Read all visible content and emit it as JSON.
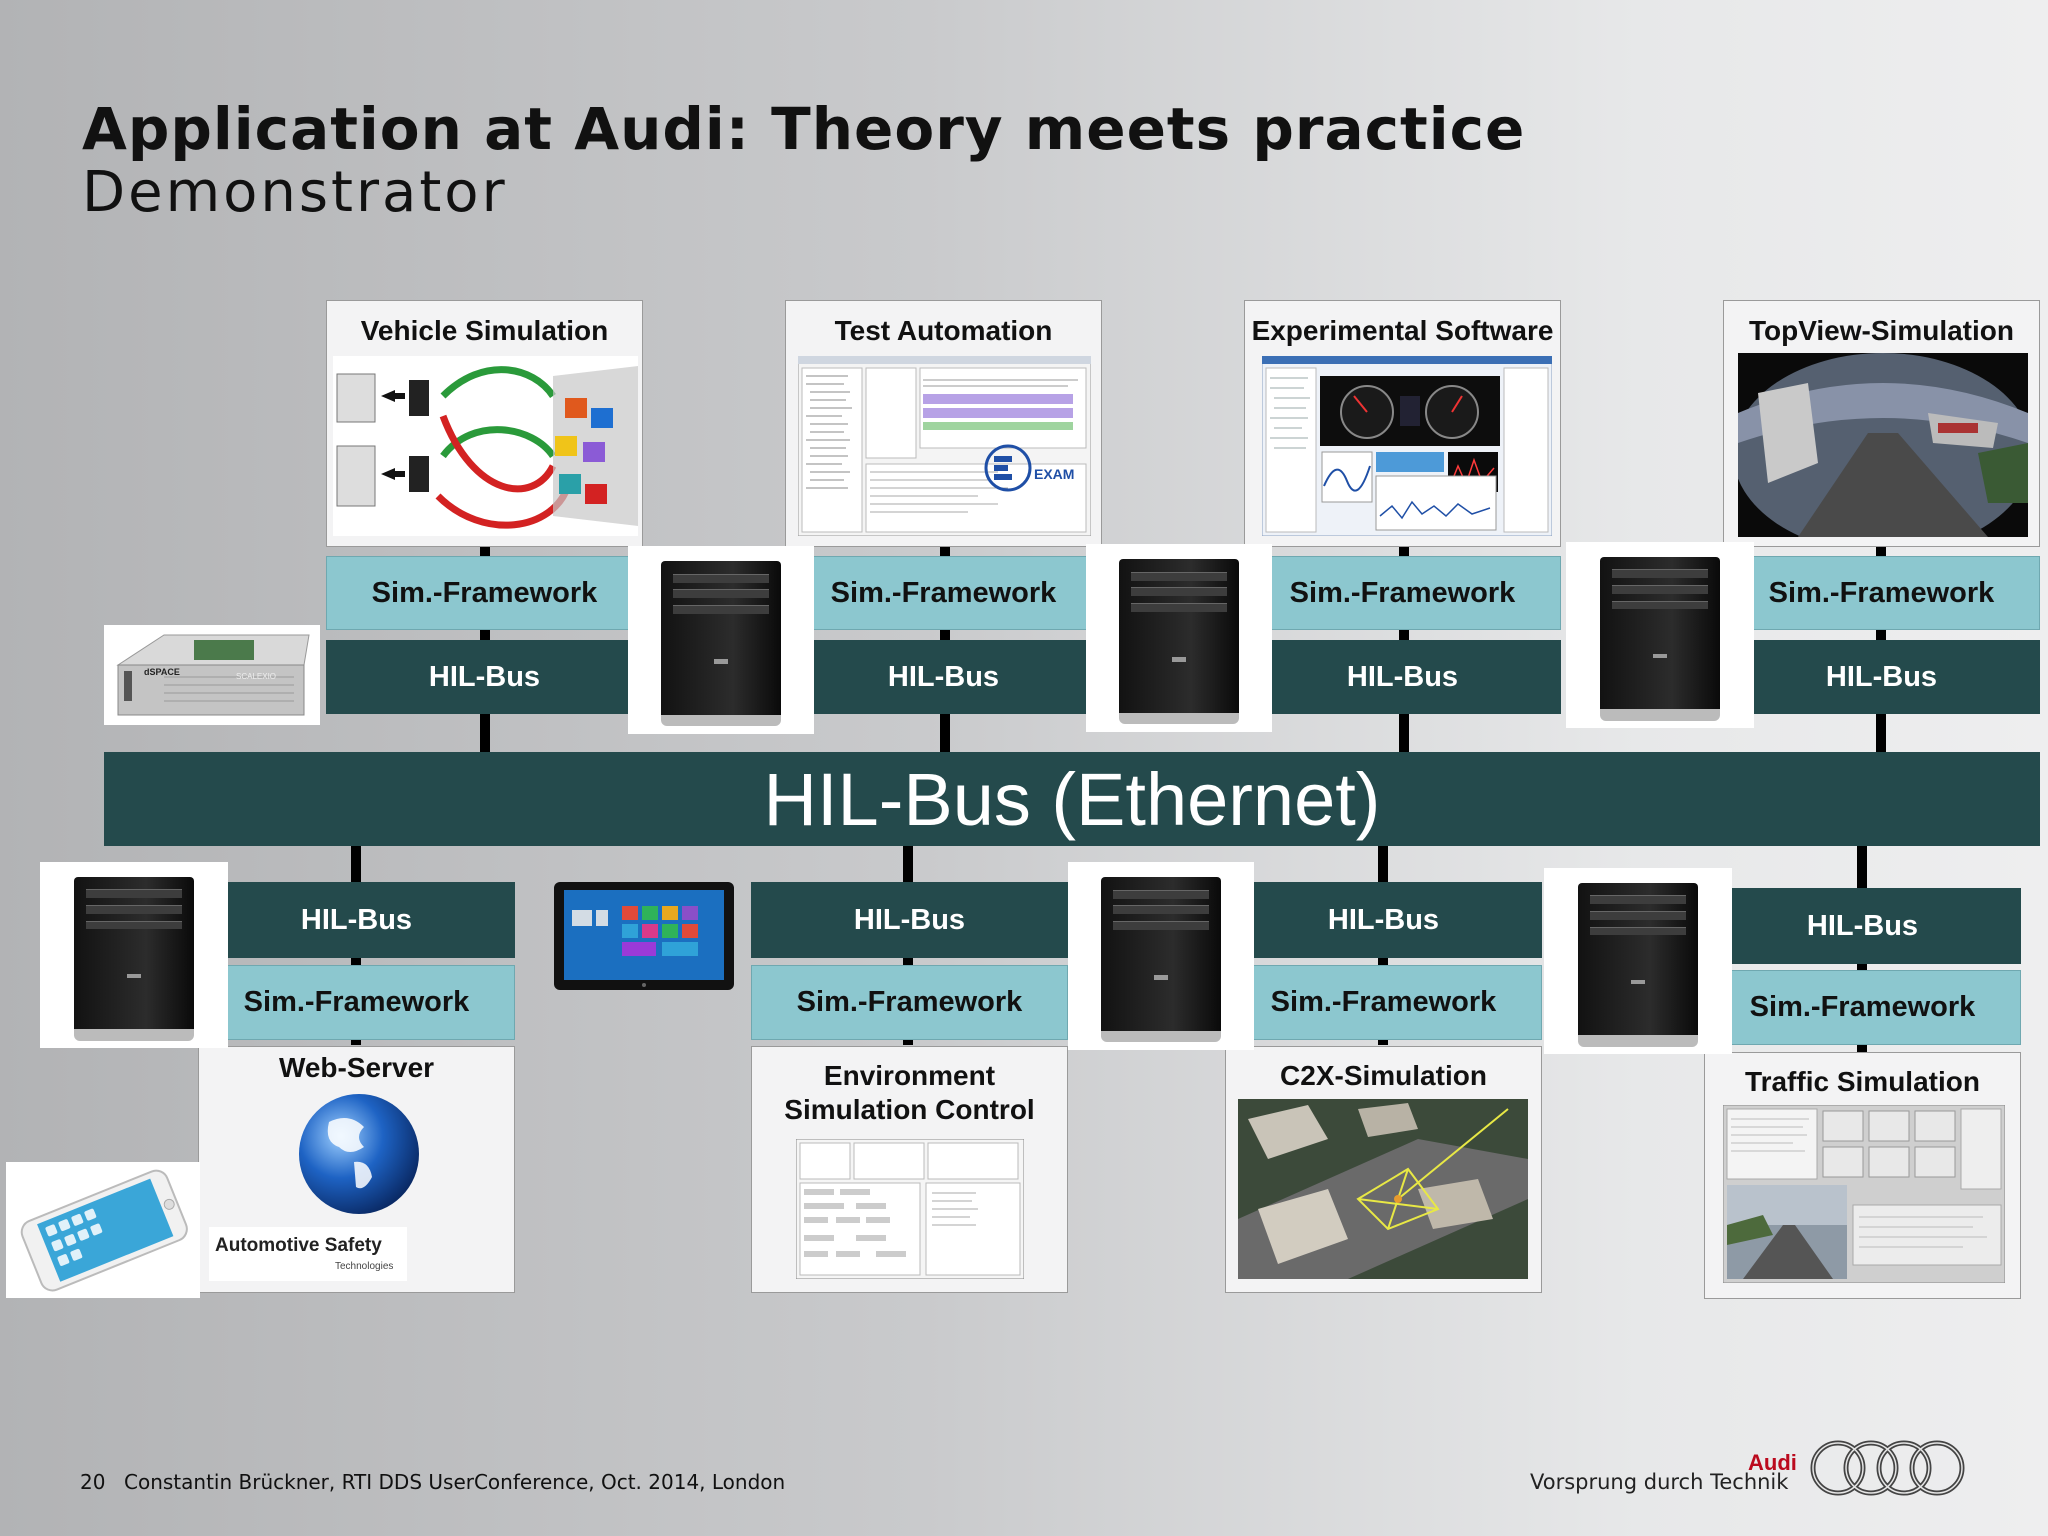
{
  "header": {
    "title": "Application at Audi: Theory meets practice",
    "subtitle": "Demonstrator"
  },
  "main_bus": "HIL-Bus (Ethernet)",
  "top_nodes": [
    {
      "title": "Vehicle Simulation",
      "framework": "Sim.-Framework",
      "bus": "HIL-Bus"
    },
    {
      "title": "Test Automation",
      "framework": "Sim.-Framework",
      "bus": "HIL-Bus",
      "logo_text": "EXAM"
    },
    {
      "title": "Experimental Software",
      "framework": "Sim.-Framework",
      "bus": "HIL-Bus"
    },
    {
      "title": "TopView-Simulation",
      "framework": "Sim.-Framework",
      "bus": "HIL-Bus"
    }
  ],
  "bottom_nodes": [
    {
      "title": "Web-Server",
      "framework": "Sim.-Framework",
      "bus": "HIL-Bus",
      "logo_text": "Automotive Safety",
      "logo_sub": "Technologies"
    },
    {
      "title": "Environment\nSimulation Control",
      "framework": "Sim.-Framework",
      "bus": "HIL-Bus"
    },
    {
      "title": "C2X-Simulation",
      "framework": "Sim.-Framework",
      "bus": "HIL-Bus"
    },
    {
      "title": "Traffic Simulation",
      "framework": "Sim.-Framework",
      "bus": "HIL-Bus"
    }
  ],
  "scalexio_label": "SCALEXIO",
  "dspace_label": "dSPACE",
  "footer": {
    "page_number": "20",
    "text": "Constantin Brückner, RTI DDS UserConference, Oct. 2014, London"
  },
  "brand": {
    "name": "Audi",
    "slogan": "Vorsprung durch Technik",
    "color": "#bb0a1e"
  },
  "colors": {
    "bus_dark": "#244a4c",
    "framework_light": "#8cc7cf"
  }
}
